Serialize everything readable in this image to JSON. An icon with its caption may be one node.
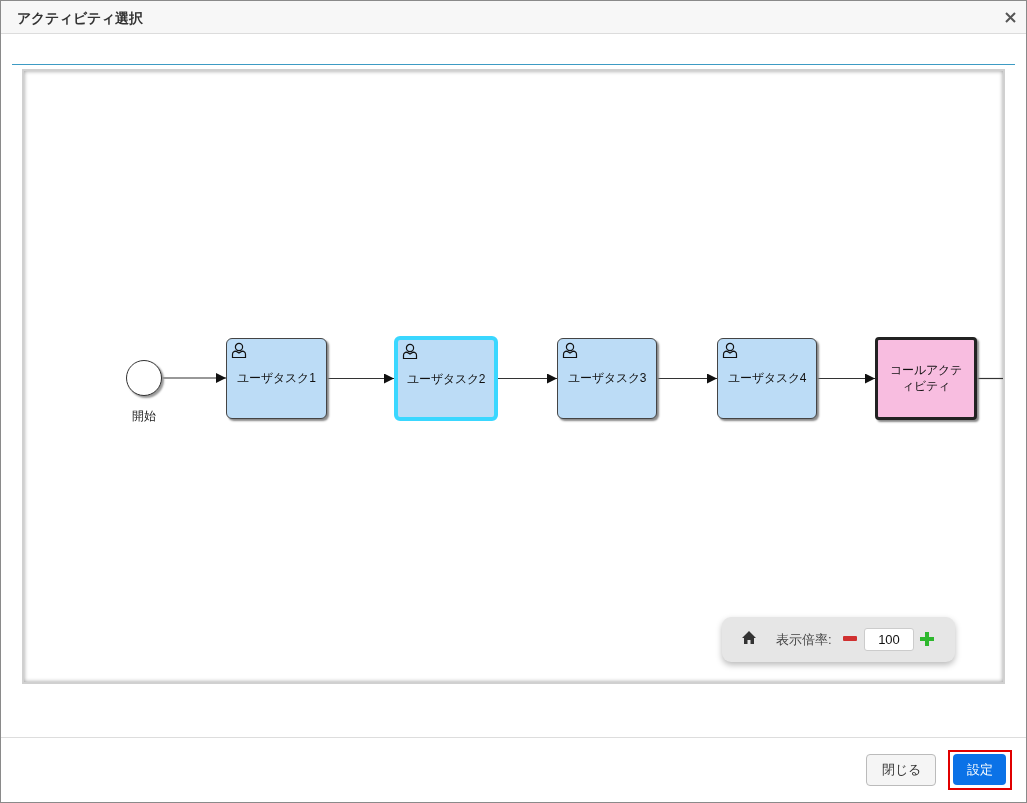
{
  "diagram": {
    "title": "アクティビティ選択",
    "nodes": [
      {
        "text": [],
        "shape": "circle",
        "beside": [
          "開始"
        ]
      },
      {
        "text": [
          "ユーザタスク1"
        ]
      },
      {
        "text": [
          "ユーザタスク2"
        ]
      },
      {
        "text": [
          "ユーザタスク3"
        ]
      },
      {
        "text": [
          "ユーザタスク4"
        ]
      },
      {
        "text": [
          "コールアクティビティ"
        ]
      }
    ],
    "edges": [
      {
        "from": 0,
        "to": 1,
        "arrow": "to"
      },
      {
        "from": 1,
        "to": 2,
        "arrow": "to"
      },
      {
        "from": 2,
        "to": 3,
        "arrow": "to"
      },
      {
        "from": 3,
        "to": 4,
        "arrow": "to"
      },
      {
        "from": 4,
        "to": 5,
        "arrow": "to"
      },
      {
        "from": 5,
        "to": null,
        "arrow": "none"
      }
    ],
    "labels": [
      "表示倍率:",
      "100",
      "閉じる",
      "設定"
    ]
  }
}
